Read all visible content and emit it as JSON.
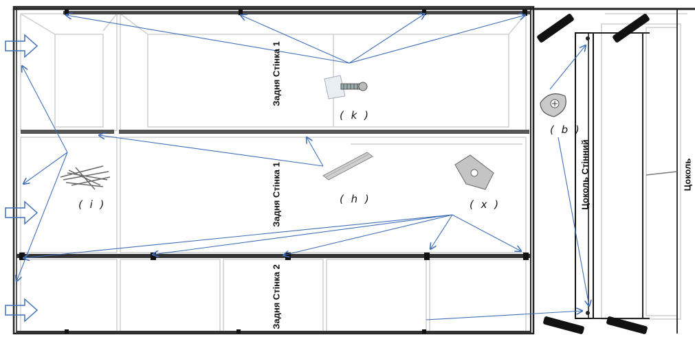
{
  "panels": {
    "back_wall_1_top": "Задня Стінка 1",
    "back_wall_1_mid": "Задня Стінка 1",
    "back_wall_2": "Задня Стінка 2",
    "plinth_back": "Цоколь Стінний",
    "plinth": "Цоколь"
  },
  "parts": {
    "k": "( k )",
    "b": "( b )",
    "i": "( i )",
    "h": "( h )",
    "x": "( x )"
  },
  "colors": {
    "arrow": "#3f6fb8",
    "outline": "#222222",
    "ghost": "#c8c8c8",
    "background": "#ffffff"
  }
}
